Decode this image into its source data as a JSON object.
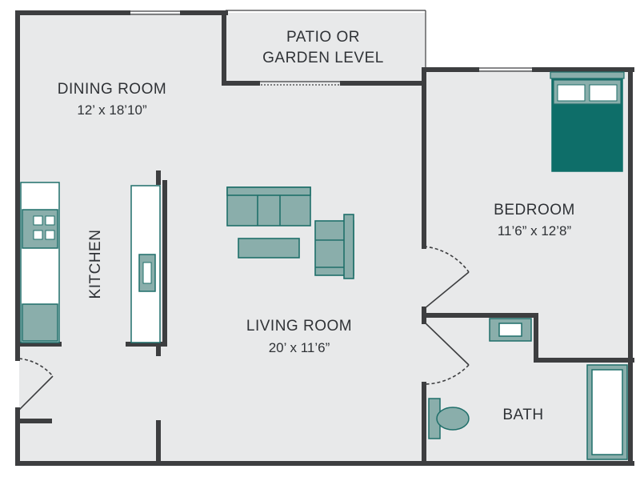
{
  "rooms": {
    "dining": {
      "name": "DINING ROOM",
      "dims": "12’ x 18’10”"
    },
    "patio": {
      "line1": "PATIO OR",
      "line2": "GARDEN LEVEL"
    },
    "kitchen": {
      "name": "KITCHEN"
    },
    "living": {
      "name": "LIVING ROOM",
      "dims": "20’ x 11’6”"
    },
    "bedroom": {
      "name": "BEDROOM",
      "dims": "11’6” x 12’8”"
    },
    "bath": {
      "name": "BATH"
    }
  },
  "colors": {
    "floor": "#e8e9ea",
    "wall": "#3d3e40",
    "furniture_fill": "#8aaeab",
    "furniture_stroke": "#1f6f6a",
    "bedspread": "#0e6e69",
    "door_swing": "#3d3e40"
  }
}
